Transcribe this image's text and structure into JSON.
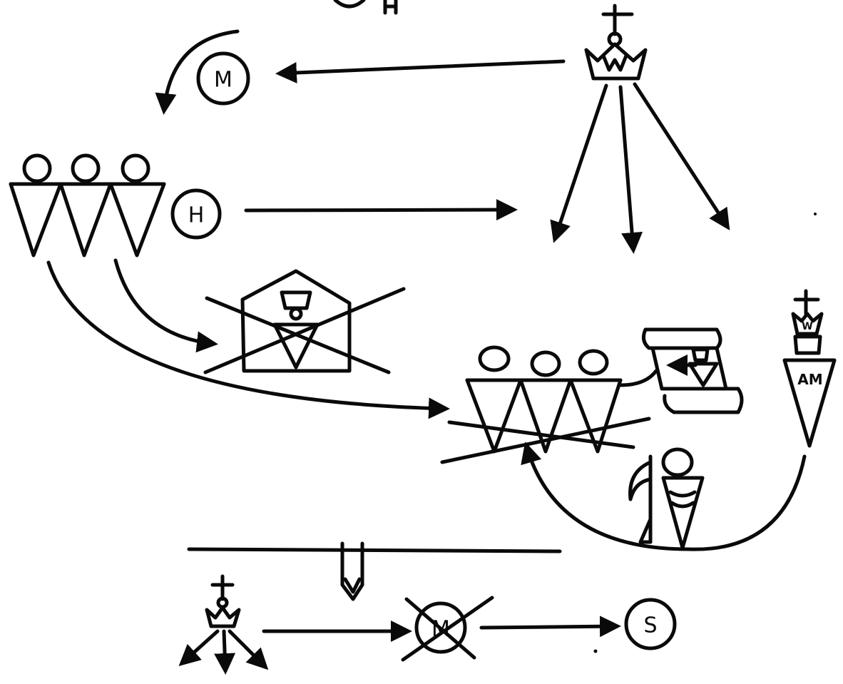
{
  "labels": {
    "circle_m_top": "M",
    "circle_h": "H",
    "circle_m_bottom": "M",
    "circle_s": "S",
    "soldier_tag": "AM"
  },
  "colors": {
    "ink": "#0a0a0a",
    "paper": "#ffffff"
  },
  "icons": [
    "crown-cross-icon",
    "person-triangle-icon",
    "house-icon",
    "scroll-icon",
    "soldier-icon"
  ]
}
